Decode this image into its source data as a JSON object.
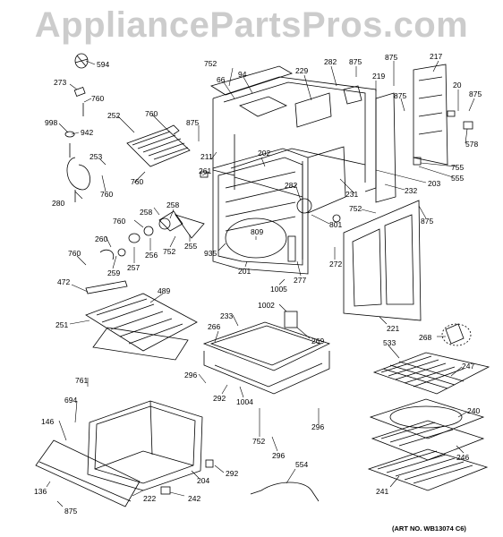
{
  "watermark": "AppliancePartsPros.com",
  "art_number": "(ART NO. WB13074 C6)",
  "labels": {
    "l594": "594",
    "l273": "273",
    "l760a": "760",
    "l998": "998",
    "l942": "942",
    "l252": "252",
    "l760b": "760",
    "l875a": "875",
    "l253": "253",
    "l760c": "760",
    "l760d": "760",
    "l280": "280",
    "l752a": "752",
    "l94": "94",
    "l66": "66",
    "l229": "229",
    "l282a": "282",
    "l875b": "875",
    "l875c": "875",
    "l219": "219",
    "l217": "217",
    "l875d": "875",
    "l20": "20",
    "l875e": "875",
    "l578": "578",
    "l211": "211",
    "l261": "261",
    "l202": "202",
    "l755": "755",
    "l555": "555",
    "l203": "203",
    "l232": "232",
    "l231": "231",
    "l282b": "282",
    "l752b": "752",
    "l875f": "875",
    "l801": "801",
    "l258a": "258",
    "l258b": "258",
    "l760e": "760",
    "l255": "255",
    "l752c": "752",
    "l260": "260",
    "l256": "256",
    "l257": "257",
    "l259": "259",
    "l935": "935",
    "l809": "809",
    "l201": "201",
    "l272": "272",
    "l760f": "760",
    "l277": "277",
    "l1005": "1005",
    "l472": "472",
    "l489": "489",
    "l251": "251",
    "l221": "221",
    "l1002": "1002",
    "l233": "233",
    "l269": "269",
    "l266": "266",
    "l268": "268",
    "l533": "533",
    "l247": "247",
    "l296a": "296",
    "l292a": "292",
    "l1004": "1004",
    "l761": "761",
    "l694": "694",
    "l146": "146",
    "l240": "240",
    "l296b": "296",
    "l752d": "752",
    "l246": "246",
    "l296c": "296",
    "l554": "554",
    "l292b": "292",
    "l204": "204",
    "l136": "136",
    "l242": "242",
    "l222": "222",
    "l241": "241",
    "l875g": "875"
  }
}
